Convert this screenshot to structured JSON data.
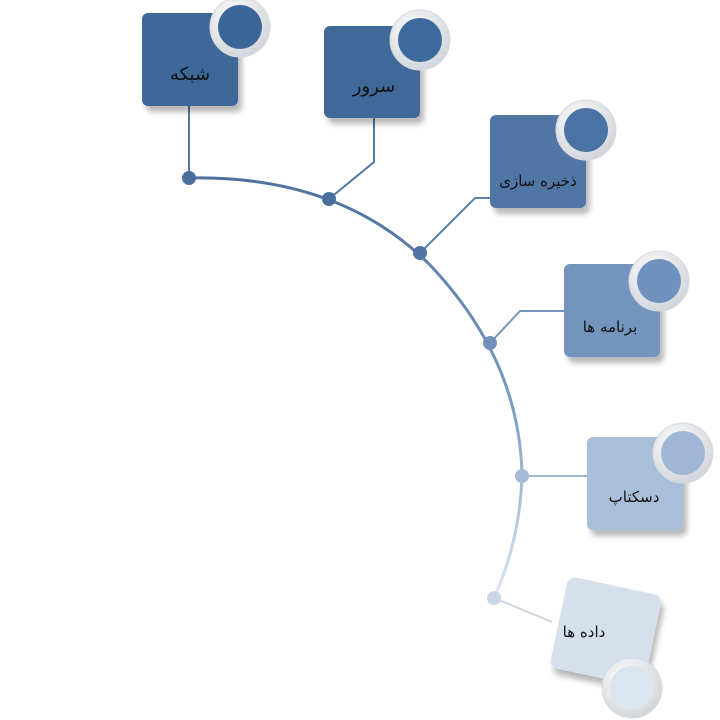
{
  "nodes": [
    {
      "id": "network",
      "label": "شبکه",
      "color": "#3e6898",
      "badge": "#3a6797"
    },
    {
      "id": "server",
      "label": "سرور",
      "color": "#40699a",
      "badge": "#3c6a9c"
    },
    {
      "id": "storage",
      "label": "ذخیره سازی",
      "color": "#5076a5",
      "badge": "#4a73a5"
    },
    {
      "id": "apps",
      "label": "برنامه ها",
      "color": "#7394bd",
      "badge": "#6f92bf"
    },
    {
      "id": "desktop",
      "label": "دسکتاپ",
      "color": "#a9bed8",
      "badge": "#9fb6d4"
    },
    {
      "id": "data",
      "label": "داده ها",
      "color": "#d6e0ec",
      "badge": "#dbe5ef"
    }
  ]
}
